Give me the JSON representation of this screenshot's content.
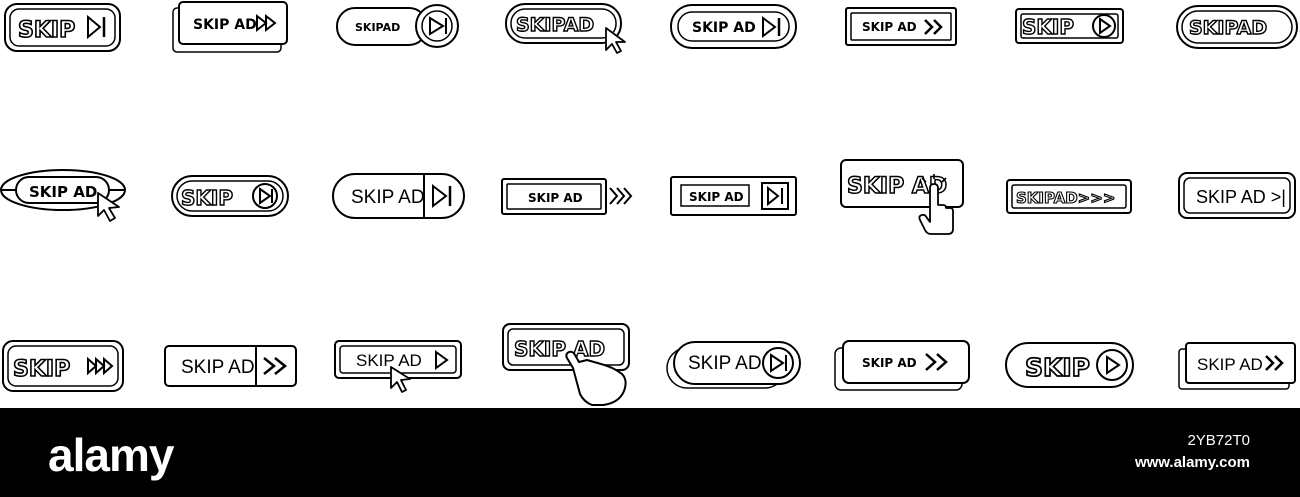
{
  "icons": [
    {
      "label": "SKIP",
      "icon": "skip-next-icon"
    },
    {
      "label": "SKIP AD",
      "icon": "fast-forward-icon"
    },
    {
      "label": "SKIPAD",
      "icon": "circle-skip-next-icon"
    },
    {
      "label": "SKIPAD",
      "icon": "cursor-arrow-icon"
    },
    {
      "label": "SKIP AD",
      "icon": "skip-next-icon"
    },
    {
      "label": "SKIP AD",
      "icon": "double-chevron-icon"
    },
    {
      "label": "SKIP",
      "icon": "circle-play-icon"
    },
    {
      "label": "SKIPAD",
      "icon": "none"
    },
    {
      "label": "SKIP AD",
      "icon": "cursor-arrow-icon"
    },
    {
      "label": "SKIP",
      "icon": "circle-skip-next-icon"
    },
    {
      "label": "SKIP AD",
      "icon": "skip-next-icon"
    },
    {
      "label": "SKIP AD",
      "icon": "triple-chevron-icon"
    },
    {
      "label": "SKIP AD",
      "icon": "skip-next-box-icon"
    },
    {
      "label": "SKIP AD",
      "icon": "hand-pointer-icon"
    },
    {
      "label": "SKIPAD>>>",
      "icon": "none"
    },
    {
      "label": "SKIP AD >|",
      "icon": "none"
    },
    {
      "label": "SKIP",
      "icon": "fast-forward-icon"
    },
    {
      "label": "SKIP AD",
      "icon": "double-chevron-box-icon"
    },
    {
      "label": "SKIP AD",
      "icon": "play-triangle-icon"
    },
    {
      "label": "SKIP AD",
      "icon": "hand-pointer-icon"
    },
    {
      "label": "SKIP AD",
      "icon": "circle-skip-next-icon"
    },
    {
      "label": "SKIP AD",
      "icon": "double-chevron-icon"
    },
    {
      "label": "SKIP",
      "icon": "circle-play-icon"
    },
    {
      "label": "SKIP AD",
      "icon": "double-chevron-icon"
    }
  ],
  "footer": {
    "brand": "alamy",
    "image_id": "2YB72T0",
    "site": "www.alamy.com"
  }
}
